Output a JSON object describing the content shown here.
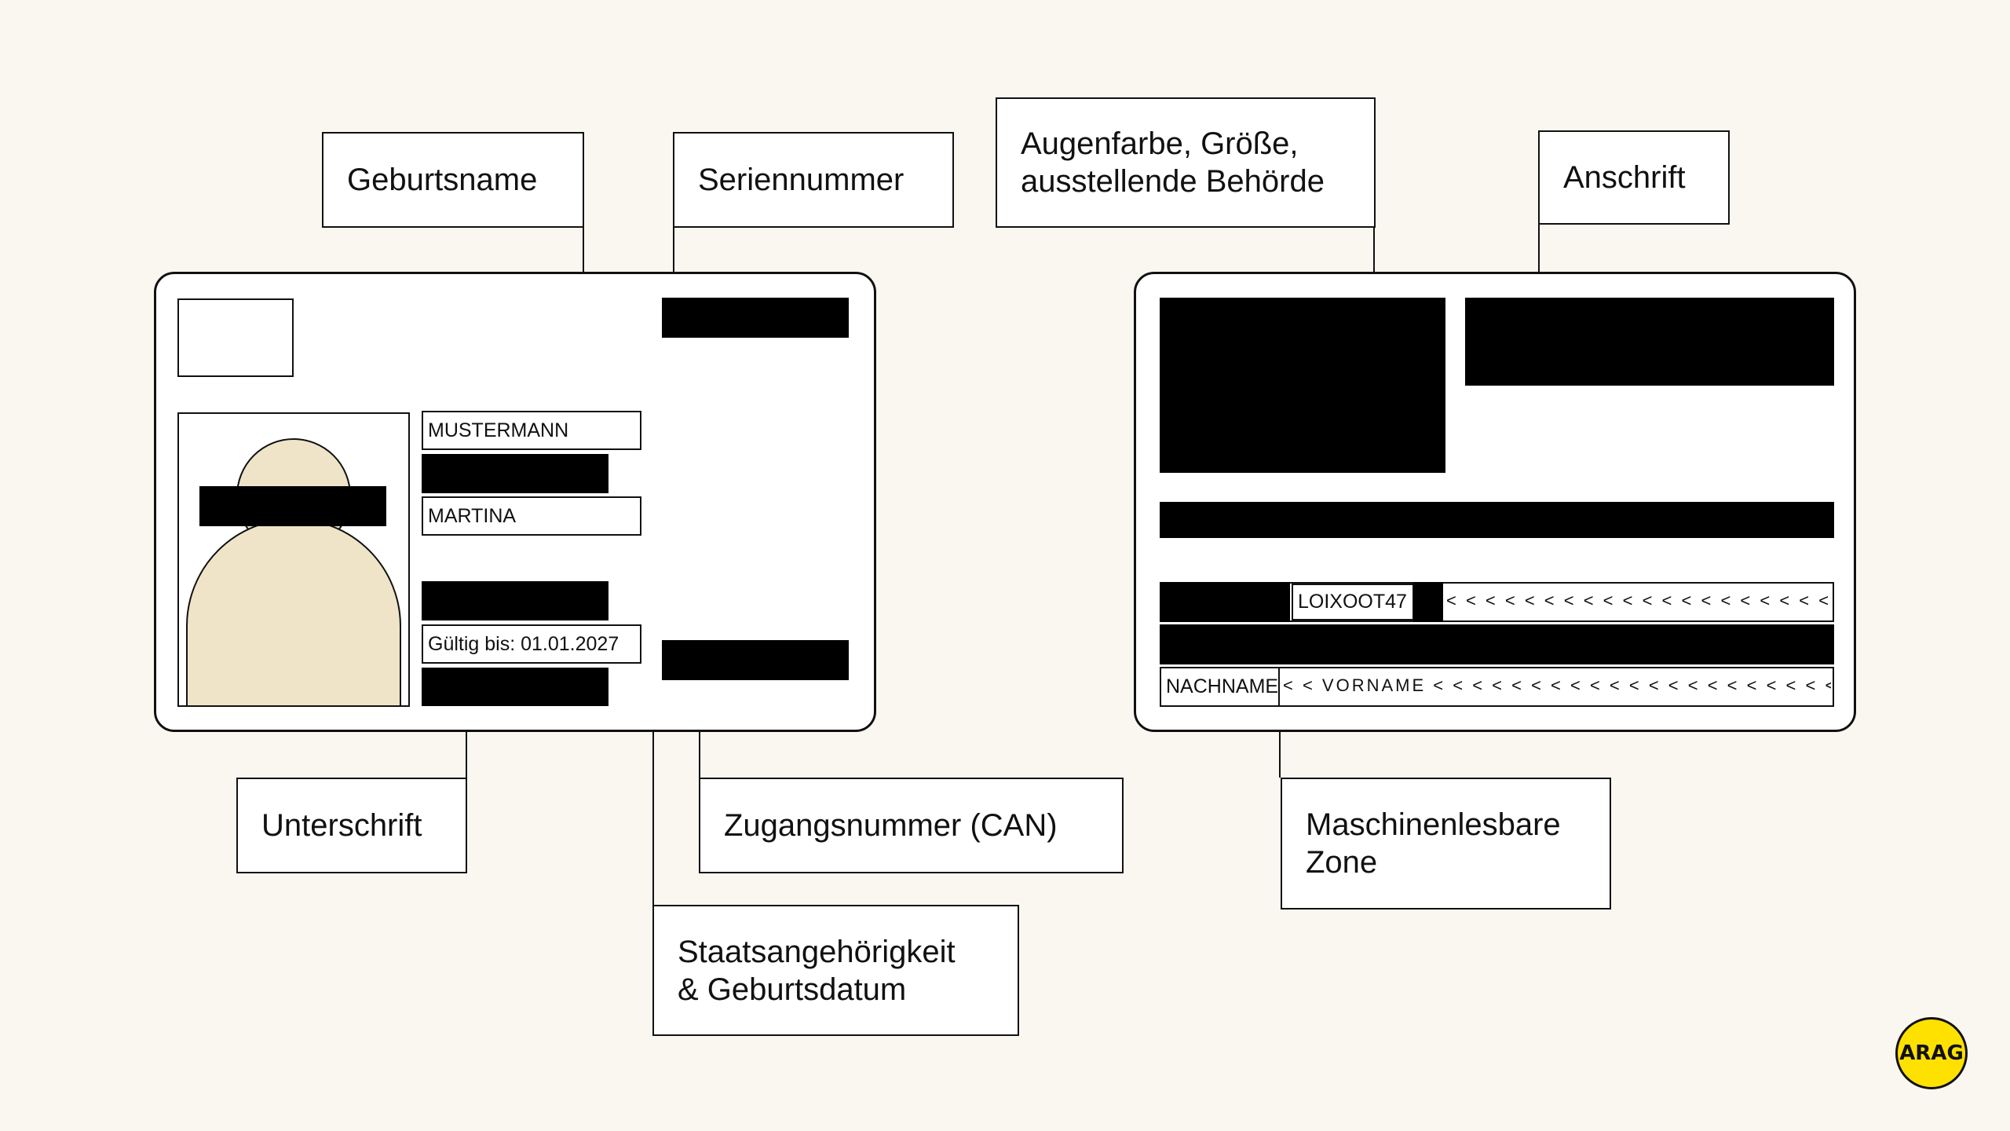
{
  "labels": {
    "geburtsname": "Geburtsname",
    "seriennummer": "Seriennummer",
    "augenfarbe": "Augenfarbe, Größe,\nausstellende Behörde",
    "anschrift": "Anschrift",
    "unterschrift": "Unterschrift",
    "zugangsnummer": "Zugangsnummer (CAN)",
    "staatsangehoerigkeit": "Staatsangehörigkeit\n& Geburtsdatum",
    "mrz": "Maschinenlesbare\nZone"
  },
  "front": {
    "surname": "MUSTERMANN",
    "given_name": "MARTINA",
    "valid_until": "Gültig bis: 01.01.2027"
  },
  "back": {
    "serial": "LOIXOOT47",
    "mrz_line1_fill": "< < < < < < < < < < < < < < < < < < < < < < < <",
    "mrz_surname": "NACHNAME",
    "mrz_line3_rest": "< < VORNAME < < < < < < < < < < < < < < < < < < < < < < < < <"
  },
  "logo": {
    "text": "ARAG",
    "color": "#ffe100"
  },
  "colors": {
    "background": "#faf7f0",
    "photo_fill": "#efe4c8"
  }
}
